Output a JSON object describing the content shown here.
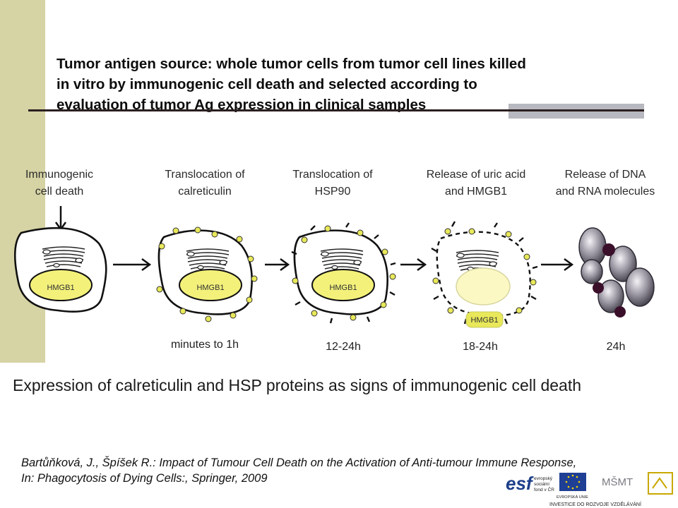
{
  "title_lines": [
    "Tumor antigen source: whole tumor cells from tumor cell lines killed",
    "in vitro by immunogenic cell death and selected according to",
    "evaluation of tumor Ag expression in clinical samples"
  ],
  "stages": [
    {
      "line1": "Immunogenic",
      "line2": "cell death"
    },
    {
      "line1": "Translocation of",
      "line2": "calreticulin"
    },
    {
      "line1": "Translocation of",
      "line2": "HSP90"
    },
    {
      "line1": "Release of uric acid",
      "line2": "and HMGB1"
    },
    {
      "line1": "Release of DNA",
      "line2": "and RNA molecules"
    }
  ],
  "nucleus_label": "HMGB1",
  "times": [
    "minutes to 1h",
    "12-24h",
    "18-24h",
    "24h"
  ],
  "headline": "Expression of calreticulin and HSP proteins as signs of immunogenic cell death",
  "citation_lines": [
    "Bartůňková, J., Špíšek R.: Impact of Tumour Cell Death on the Activation of Anti-tumour Immune Response,",
    "In: Phagocytosis of Dying Cells:, Springer, 2009"
  ],
  "logos": {
    "esf": "esf",
    "esf_text": [
      "evropský",
      "sociální",
      "fond v ČR"
    ],
    "eu": "EVROPSKÁ UNIE",
    "msmt": "MŠMT",
    "footer": "INVESTICE DO ROZVOJE VZDĚLÁVÁNÍ"
  },
  "colors": {
    "sidebar": "#d6d3a4",
    "nucleus": "#f3f17a",
    "vesicle": "#e8e85a",
    "debris": "#3a0f2a"
  }
}
